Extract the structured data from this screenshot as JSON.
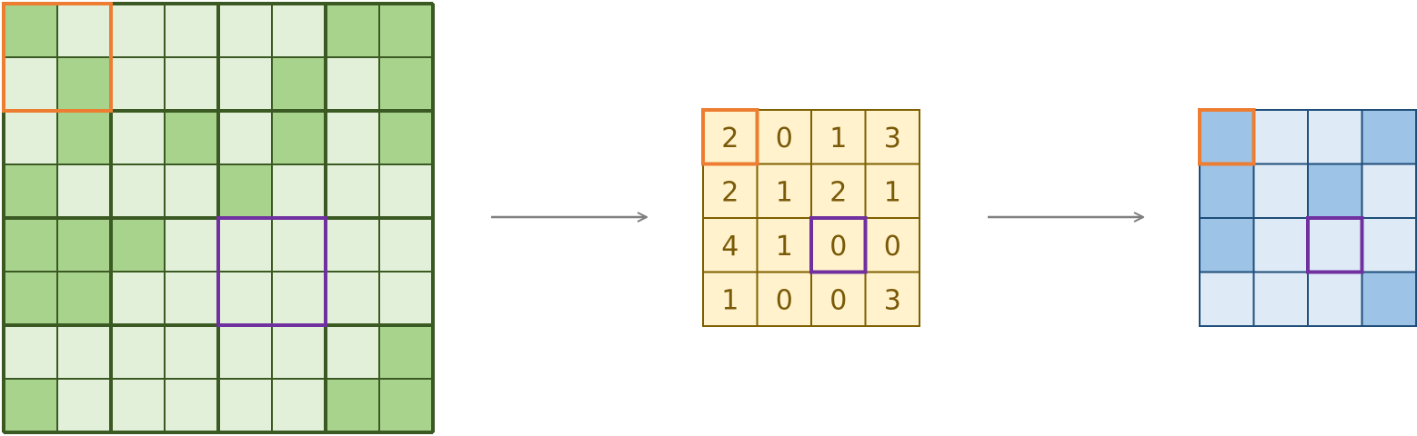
{
  "colors": {
    "input_dark": "#a8d38d",
    "input_light": "#e2efd9",
    "input_border": "#3b5a23",
    "count_fill": "#fff2cc",
    "count_border": "#7f6000",
    "count_text": "#7a5a08",
    "output_dark": "#9dc3e6",
    "output_light": "#deebf7",
    "output_border": "#1f4e79",
    "highlight_orange": "#ed7d31",
    "highlight_purple": "#7030a0",
    "arrow": "#7f7f7f"
  },
  "input_grid": {
    "size": 8,
    "cells": [
      [
        1,
        0,
        0,
        0,
        0,
        0,
        1,
        1
      ],
      [
        0,
        1,
        0,
        0,
        0,
        1,
        0,
        1
      ],
      [
        0,
        1,
        0,
        1,
        0,
        1,
        0,
        1
      ],
      [
        1,
        0,
        0,
        0,
        1,
        0,
        0,
        0
      ],
      [
        1,
        1,
        1,
        0,
        0,
        0,
        0,
        0
      ],
      [
        1,
        1,
        0,
        0,
        0,
        0,
        0,
        0
      ],
      [
        0,
        0,
        0,
        0,
        0,
        0,
        0,
        1
      ],
      [
        1,
        0,
        0,
        0,
        0,
        0,
        1,
        1
      ]
    ]
  },
  "count_grid": {
    "size": 4,
    "values": [
      [
        "2",
        "0",
        "1",
        "3"
      ],
      [
        "2",
        "1",
        "2",
        "1"
      ],
      [
        "4",
        "1",
        "0",
        "0"
      ],
      [
        "1",
        "0",
        "0",
        "3"
      ]
    ]
  },
  "output_grid": {
    "size": 4,
    "cells": [
      [
        1,
        0,
        0,
        1
      ],
      [
        1,
        0,
        1,
        0
      ],
      [
        1,
        0,
        0,
        0
      ],
      [
        0,
        0,
        0,
        1
      ]
    ]
  },
  "highlights": [
    {
      "color": "orange",
      "block_row": 0,
      "block_col": 0
    },
    {
      "color": "purple",
      "block_row": 2,
      "block_col": 2
    }
  ]
}
